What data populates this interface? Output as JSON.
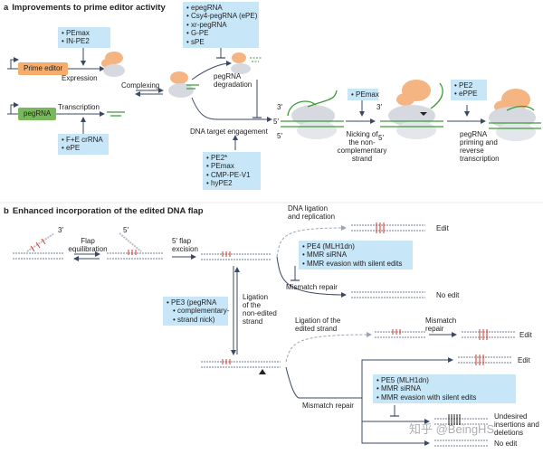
{
  "section_a": {
    "letter": "a",
    "title": "Improvements to prime editor activity",
    "box_prime_editor": [
      "PEmax",
      "IN-PE2"
    ],
    "box_pegrna_mods": [
      "epegRNA",
      "Csy4-pegRNA (ePE)",
      "xr-pegRNA",
      "G-PE",
      "sPE"
    ],
    "box_crrna": [
      "F+E crRNA",
      "ePE"
    ],
    "box_engagement": [
      "PE2*",
      "PEmax",
      "CMP-PE-V1",
      "hyPE2"
    ],
    "box_nicking": [
      "PEmax"
    ],
    "box_priming": [
      "PE2",
      "ePPE"
    ],
    "prime_editor_label": "Prime editor",
    "pegrna_label": "pegRNA",
    "expression_label": "Expression",
    "transcription_label": "Transcription",
    "complexing_label": "Complexing",
    "degradation_label": [
      "pegRNA",
      "degradation"
    ],
    "engagement_label": "DNA target engagement",
    "nicking_label": [
      "Nicking of",
      "the non-",
      "complementary",
      "strand"
    ],
    "priming_label": [
      "pegRNA",
      "priming and",
      "reverse",
      "transcription"
    ],
    "end3": "3′",
    "end5": "5′"
  },
  "section_b": {
    "letter": "b",
    "title": "Enhanced incorporation of the edited DNA flap",
    "flap_equilibration": [
      "Flap",
      "equilibration"
    ],
    "flap_excision": [
      "5′ flap",
      "excision"
    ],
    "dna_ligation": [
      "DNA ligation",
      "and replication"
    ],
    "box_pe4": [
      "PE4 (MLH1dn)",
      "MMR siRNA",
      "MMR evasion with silent edits"
    ],
    "mismatch_repair": "Mismatch repair",
    "box_pe3": [
      "PE3 (pegRNA",
      "complementary-",
      "strand nick)"
    ],
    "ligation_nonedited": [
      "Ligation",
      "of the",
      "non-edited",
      "strand"
    ],
    "ligation_edited": [
      "Ligation of the",
      "edited strand"
    ],
    "mismatch_repair_2": [
      "Mismatch",
      "repair"
    ],
    "box_pe5": [
      "PE5 (MLH1dn)",
      "MMR siRNA",
      "MMR evasion with silent edits"
    ],
    "edit": "Edit",
    "no_edit": "No edit",
    "undesired": [
      "Undesired",
      "insertions and",
      "deletions"
    ],
    "end3": "3′",
    "end5": "5′"
  },
  "watermark": "知乎 @BeingHS",
  "colors": {
    "box": "#c7e6f7",
    "arrow": "#3a4a66",
    "green": "#3f9a3a",
    "red": "#d43a2a",
    "orange": "#f5b582",
    "grey_dna": "#b9bfca",
    "prime_pill": "#f4ad6c",
    "peg_pill": "#79b85a"
  }
}
